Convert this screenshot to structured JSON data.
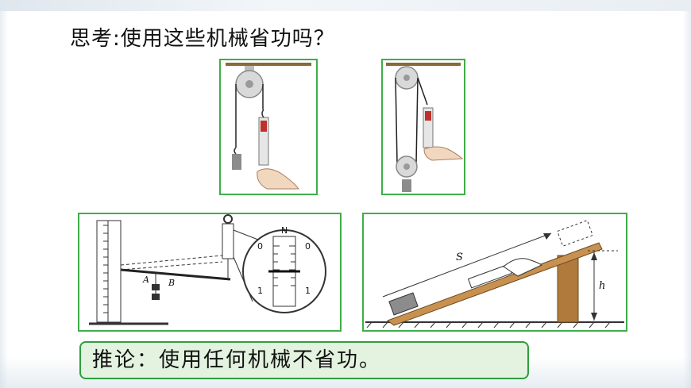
{
  "slide": {
    "title": "思考:使用这些机械省功吗？",
    "conclusion": "推论：使用任何机械不省功。"
  },
  "figures": {
    "lever": {
      "point_a": "A",
      "point_b": "B",
      "scale_zero_left": "0",
      "scale_zero_right": "0",
      "scale_one_left": "1",
      "scale_one_right": "1",
      "scale_n": "N"
    },
    "incline": {
      "distance_label": "S",
      "height_label": "h"
    }
  },
  "colors": {
    "panel_border": "#3fae49",
    "conclusion_fill": "#e3f3df",
    "wood": "#b07a3c"
  }
}
